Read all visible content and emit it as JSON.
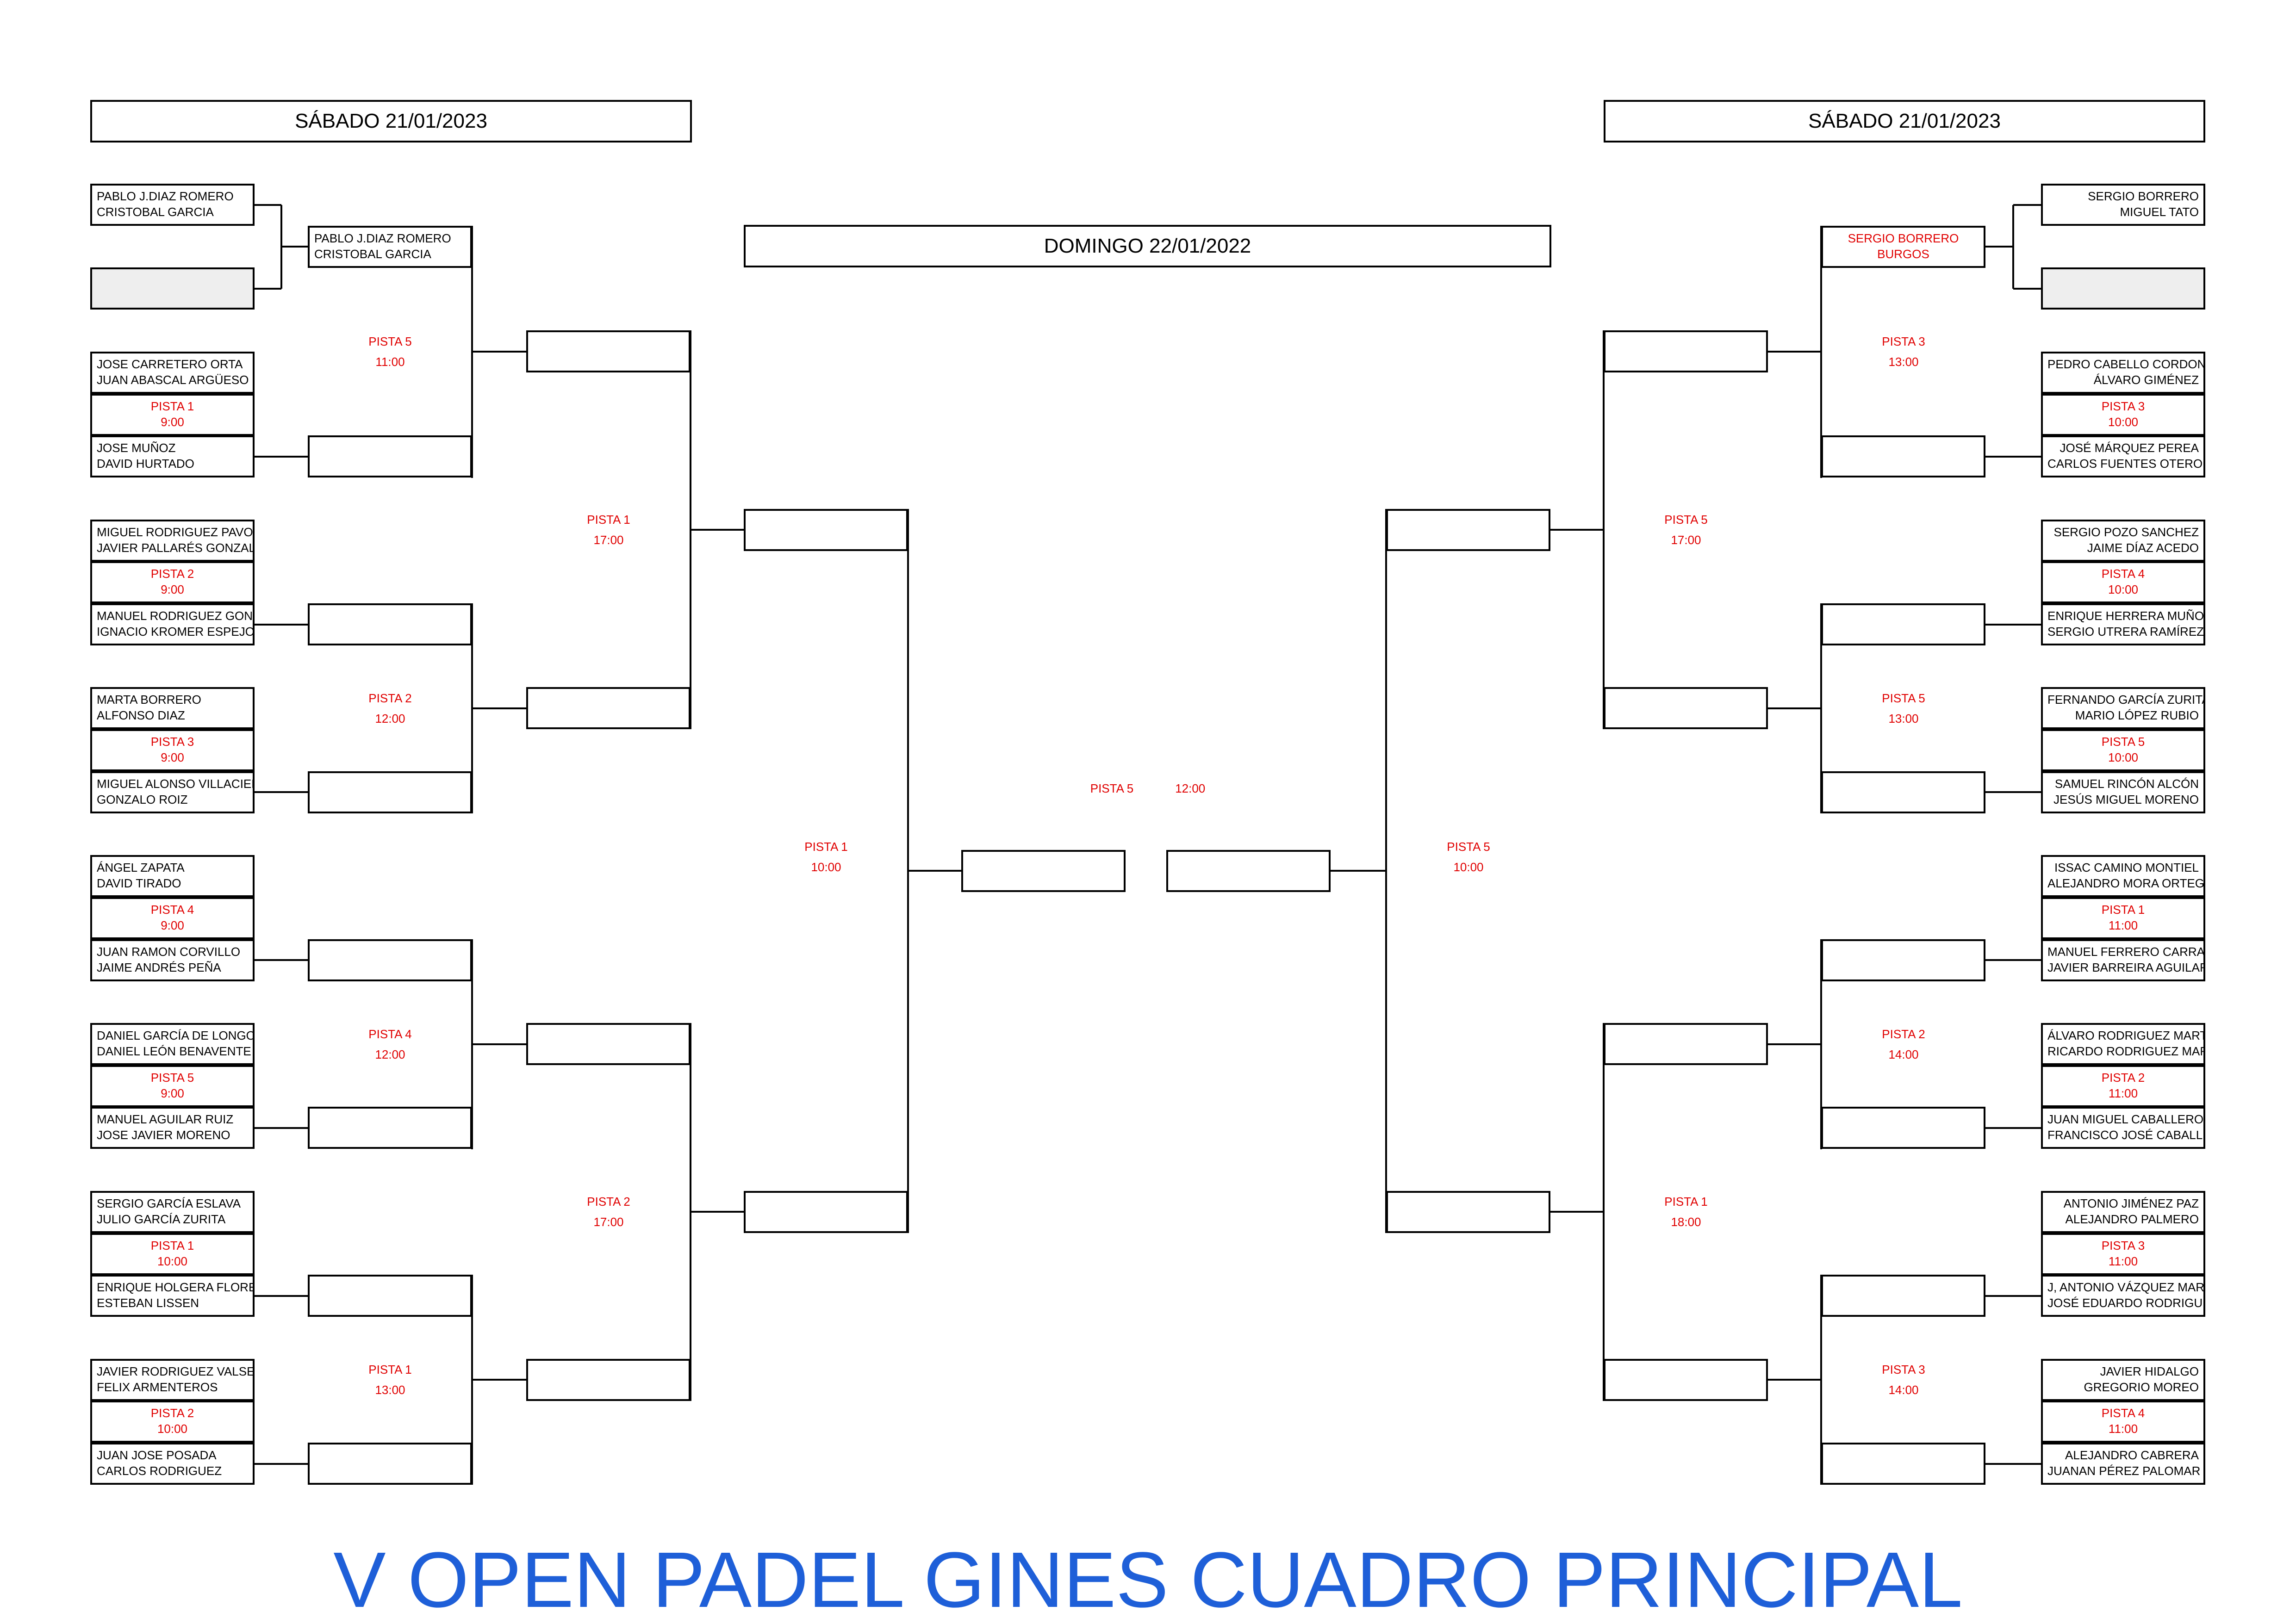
{
  "title": "V OPEN PADEL GINES CUADRO PRINCIPAL",
  "headers": {
    "left_saturday": "SÁBADO 21/01/2023",
    "right_saturday": "SÁBADO 21/01/2023",
    "sunday": "DOMINGO 22/01/2022"
  },
  "left": {
    "round1": [
      {
        "team1": [
          "PABLO J.DIAZ ROMERO",
          "CRISTOBAL GARCIA"
        ],
        "team2": [],
        "bye": true
      },
      {
        "team1": [
          "JOSE CARRETERO ORTA",
          "JUAN ABASCAL ARGÜESO"
        ],
        "court": "PISTA 1",
        "time": "9:00",
        "team2": [
          "JOSE MUÑOZ",
          "DAVID HURTADO"
        ]
      },
      {
        "team1": [
          "MIGUEL RODRIGUEZ PAVON",
          "JAVIER PALLARÉS GONZALEZ"
        ],
        "court": "PISTA 2",
        "time": "9:00",
        "team2": [
          "MANUEL RODRIGUEZ GONZ",
          "IGNACIO KROMER ESPEJO"
        ]
      },
      {
        "team1": [
          "MARTA BORRERO",
          "ALFONSO DIAZ"
        ],
        "court": "PISTA 3",
        "time": "9:00",
        "team2": [
          "MIGUEL ALONSO VILLACIEROS",
          "GONZALO ROIZ"
        ]
      },
      {
        "team1": [
          "ÁNGEL ZAPATA",
          "DAVID TIRADO"
        ],
        "court": "PISTA 4",
        "time": "9:00",
        "team2": [
          "JUAN RAMON CORVILLO",
          "JAIME ANDRÉS PEÑA"
        ]
      },
      {
        "team1": [
          "DANIEL GARCÍA DE LONGORIA",
          "DANIEL LEÓN BENAVENTE"
        ],
        "court": "PISTA 5",
        "time": "9:00",
        "team2": [
          "MANUEL AGUILAR RUIZ",
          "JOSE JAVIER MORENO"
        ]
      },
      {
        "team1": [
          "SERGIO GARCÍA ESLAVA",
          "JULIO GARCÍA ZURITA"
        ],
        "court": "PISTA 1",
        "time": "10:00",
        "team2": [
          "ENRIQUE HOLGERA FLORES",
          "ESTEBAN LISSEN"
        ]
      },
      {
        "team1": [
          "JAVIER RODRIGUEZ VALSECA",
          "FELIX ARMENTEROS"
        ],
        "court": "PISTA 2",
        "time": "10:00",
        "team2": [
          "JUAN JOSE POSADA",
          "CARLOS RODRIGUEZ"
        ]
      }
    ],
    "round2_first_winner": [
      "PABLO J.DIAZ ROMERO",
      "CRISTOBAL GARCIA"
    ],
    "round2": [
      {
        "court": "PISTA 5",
        "time": "11:00"
      },
      {
        "court": "PISTA 2",
        "time": "12:00"
      },
      {
        "court": "PISTA 4",
        "time": "12:00"
      },
      {
        "court": "PISTA 1",
        "time": "13:00"
      }
    ],
    "round3": [
      {
        "court": "PISTA 1",
        "time": "17:00"
      },
      {
        "court": "PISTA 2",
        "time": "17:00"
      }
    ],
    "semifinal": {
      "court": "PISTA 1",
      "time": "10:00"
    }
  },
  "right": {
    "round1": [
      {
        "team1": [
          "SERGIO BORRERO",
          "MIGUEL TATO"
        ],
        "team2": [],
        "bye": true
      },
      {
        "team1": [
          "PEDRO CABELLO CORDON",
          "ÁLVARO GIMÉNEZ"
        ],
        "court": "PISTA 3",
        "time": "10:00",
        "team2": [
          "JOSÉ MÁRQUEZ PEREA",
          "CARLOS FUENTES OTERO"
        ]
      },
      {
        "team1": [
          "SERGIO POZO SANCHEZ",
          "JAIME DÍAZ ACEDO"
        ],
        "court": "PISTA 4",
        "time": "10:00",
        "team2": [
          "ENRIQUE HERRERA MUÑOZ",
          "SERGIO UTRERA RAMÍREZ"
        ]
      },
      {
        "team1": [
          "FERNANDO GARCÍA ZURITA",
          "MARIO LÓPEZ RUBIO"
        ],
        "court": "PISTA 5",
        "time": "10:00",
        "team2": [
          "SAMUEL RINCÓN ALCÓN",
          "JESÚS MIGUEL MORENO"
        ]
      },
      {
        "team1": [
          "ISSAC CAMINO MONTIEL",
          "ALEJANDRO MORA ORTEGA"
        ],
        "court": "PISTA 1",
        "time": "11:00",
        "team2": [
          "MANUEL FERRERO CARRASCO",
          "JAVIER BARREIRA AGUILAR"
        ]
      },
      {
        "team1": [
          "ÁLVARO RODRIGUEZ MARTIN",
          "RICARDO RODRIGUEZ MARTIN"
        ],
        "court": "PISTA 2",
        "time": "11:00",
        "team2": [
          "JUAN MIGUEL CABALLERO",
          "FRANCISCO JOSÉ CABALLERO"
        ]
      },
      {
        "team1": [
          "ANTONIO JIMÉNEZ PAZ",
          "ALEJANDRO PALMERO"
        ],
        "court": "PISTA 3",
        "time": "11:00",
        "team2": [
          "J, ANTONIO VÁZQUEZ MARTOS",
          "JOSÉ EDUARDO RODRIGUEZ"
        ]
      },
      {
        "team1": [
          "JAVIER HIDALGO",
          "GREGORIO MOREO"
        ],
        "court": "PISTA 4",
        "time": "11:00",
        "team2": [
          "ALEJANDRO CABRERA",
          "JUANAN PÉREZ PALOMAR"
        ]
      }
    ],
    "round2_first_winner": [
      "SERGIO BORRERO",
      "BURGOS"
    ],
    "round2": [
      {
        "court": "PISTA 3",
        "time": "13:00"
      },
      {
        "court": "PISTA 5",
        "time": "13:00"
      },
      {
        "court": "PISTA 2",
        "time": "14:00"
      },
      {
        "court": "PISTA 3",
        "time": "14:00"
      }
    ],
    "round3": [
      {
        "court": "PISTA 5",
        "time": "17:00"
      },
      {
        "court": "PISTA 1",
        "time": "18:00"
      }
    ],
    "semifinal": {
      "court": "PISTA 5",
      "time": "10:00"
    }
  },
  "final": {
    "court": "PISTA 5",
    "time": "12:00"
  },
  "colors": {
    "title": "#1e5fd8",
    "schedule": "#e00000",
    "lines": "#000000",
    "bye_fill": "#eeeeee"
  }
}
